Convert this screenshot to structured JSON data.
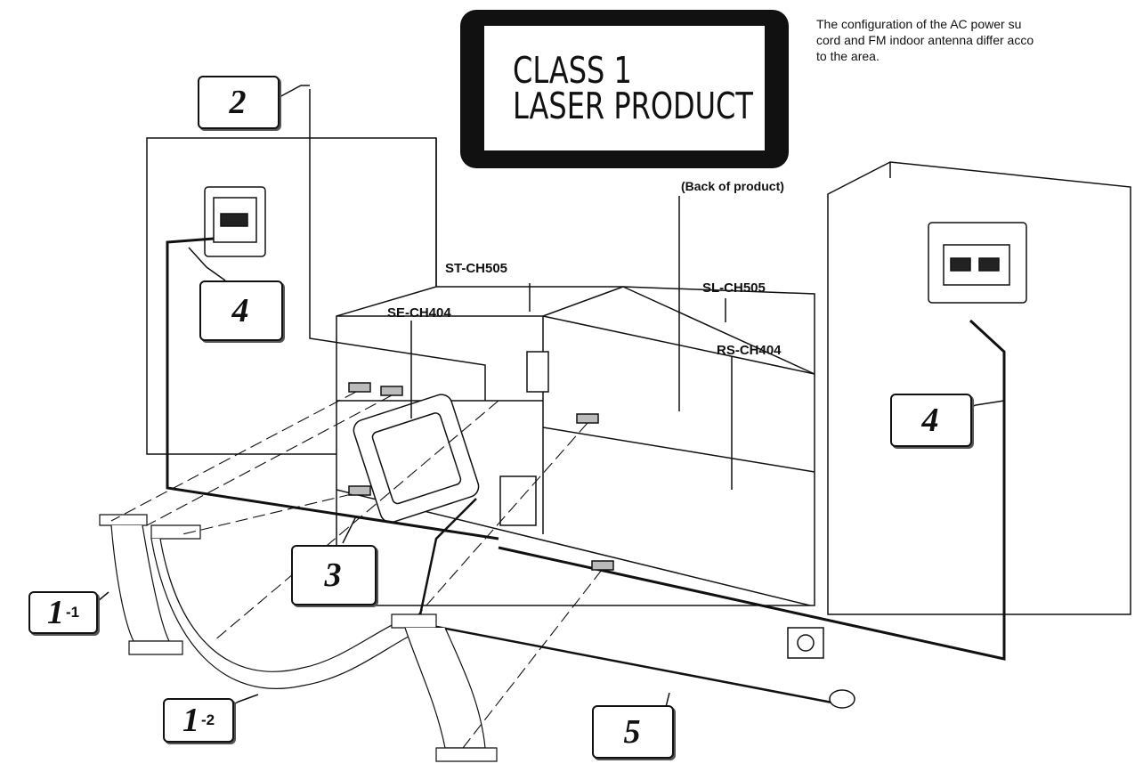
{
  "warning_label": {
    "line1": "CLASS 1",
    "line2": "LASER PRODUCT"
  },
  "back_of_product": "(Back of product)",
  "note": {
    "line1": "The configuration of the AC power su",
    "line2": "cord and FM indoor antenna differ acco",
    "line3": "to the area."
  },
  "units": {
    "st": "ST-CH505",
    "sl": "SL-CH505",
    "se": "SE-CH404",
    "rs": "RS-CH404"
  },
  "callouts": [
    {
      "num": "2",
      "sub": ""
    },
    {
      "num": "4",
      "sub": ""
    },
    {
      "num": "4",
      "sub": ""
    },
    {
      "num": "3",
      "sub": ""
    },
    {
      "num": "1",
      "sub": "-1"
    },
    {
      "num": "1",
      "sub": "-2"
    },
    {
      "num": "5",
      "sub": ""
    }
  ]
}
